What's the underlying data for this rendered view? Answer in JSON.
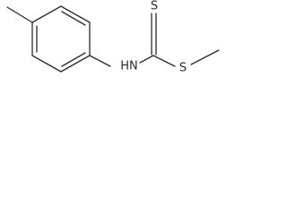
{
  "molecule": {
    "atom_labels": {
      "amine_nitrogen": "HN",
      "thione_sulfur": "S",
      "thioether_sulfur": "S"
    }
  },
  "colors": {
    "bond": "#2b2b2b",
    "background": "#ffffff"
  }
}
